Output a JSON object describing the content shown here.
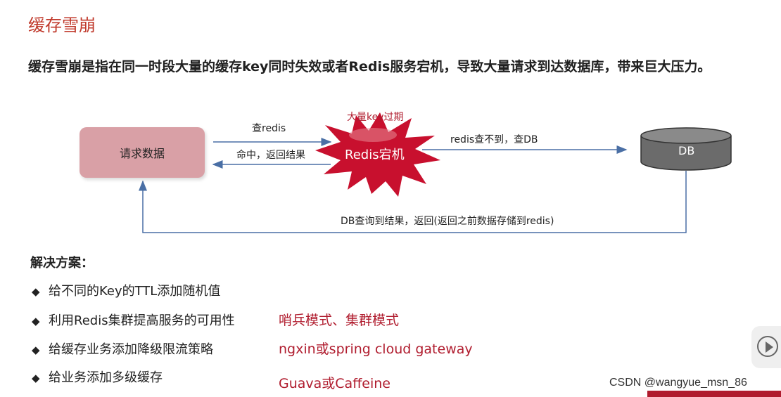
{
  "title": "缓存雪崩",
  "description": {
    "lead": "缓存雪崩",
    "rest": "是指在同一时段大量的缓存key同时失效或者Redis服务宕机，导致大量请求到达数据库，带来巨大压力。"
  },
  "diagram": {
    "request_box": "请求数据",
    "redis_node": "Redis宕机",
    "expire_label": "大量key过期",
    "db_node": "DB",
    "edge_query": "查redis",
    "edge_hit": "命中，返回结果",
    "edge_miss": "redis查不到，查DB",
    "edge_db_return": "DB查询到结果，返回(返回之前数据存储到redis)"
  },
  "solutions": {
    "heading": "解决方案：",
    "items": [
      {
        "text": "给不同的Key的TTL添加随机值",
        "note": ""
      },
      {
        "text": "利用Redis集群提高服务的可用性",
        "note": "哨兵模式、集群模式"
      },
      {
        "text": "给缓存业务添加降级限流策略",
        "note": "ngxin或spring cloud gateway"
      },
      {
        "text": "给业务添加多级缓存",
        "note": "Guava或Caffeine"
      }
    ],
    "bullet": "◆"
  },
  "watermark": "CSDN @wangyue_msn_86",
  "colors": {
    "accent_red": "#b01c2e",
    "request_box": "#d9a0a6",
    "redis_star": "#c8102e",
    "db_cylinder": "#666666",
    "arrow": "#4a6fa5"
  },
  "icons": {
    "play": "play-icon"
  }
}
